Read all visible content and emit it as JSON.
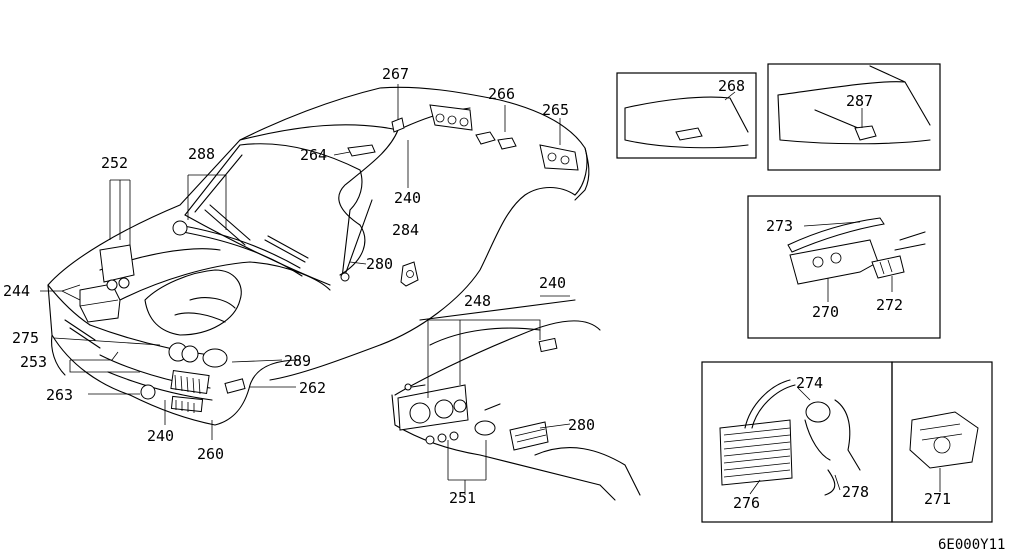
{
  "part_callouts": {
    "p244": "244",
    "p252": "252",
    "p253": "253",
    "p263": "263",
    "p275": "275",
    "p240_front": "240",
    "p260": "260",
    "p262": "262",
    "p289": "289",
    "p280_wiper": "280",
    "p284": "284",
    "p288": "288",
    "p264": "264",
    "p267": "267",
    "p240_roof": "240",
    "p266": "266",
    "p265": "265",
    "p268": "268",
    "p287": "287",
    "p273": "273",
    "p270": "270",
    "p272": "272",
    "p248": "248",
    "p240_dash": "240",
    "p280_dash": "280",
    "p251": "251",
    "p274": "274",
    "p276": "276",
    "p278": "278",
    "p271": "271"
  },
  "diagram_code": "6E000Y11"
}
